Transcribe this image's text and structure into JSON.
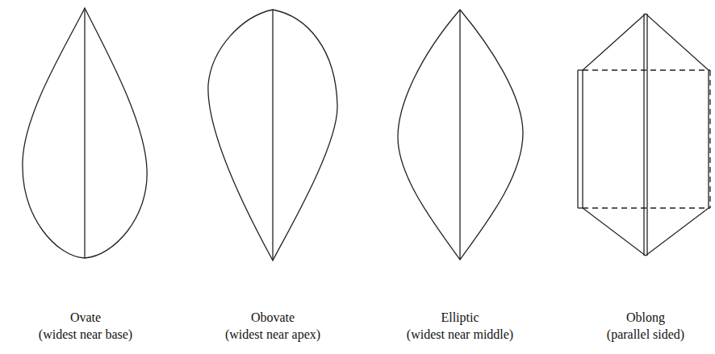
{
  "diagram": {
    "labels": [
      "Ovate",
      "(widest near base)",
      "Obovate",
      "(widest near apex)",
      "Elliptic",
      "(widest near middle)",
      "Oblong",
      "(parallel sided)"
    ]
  }
}
